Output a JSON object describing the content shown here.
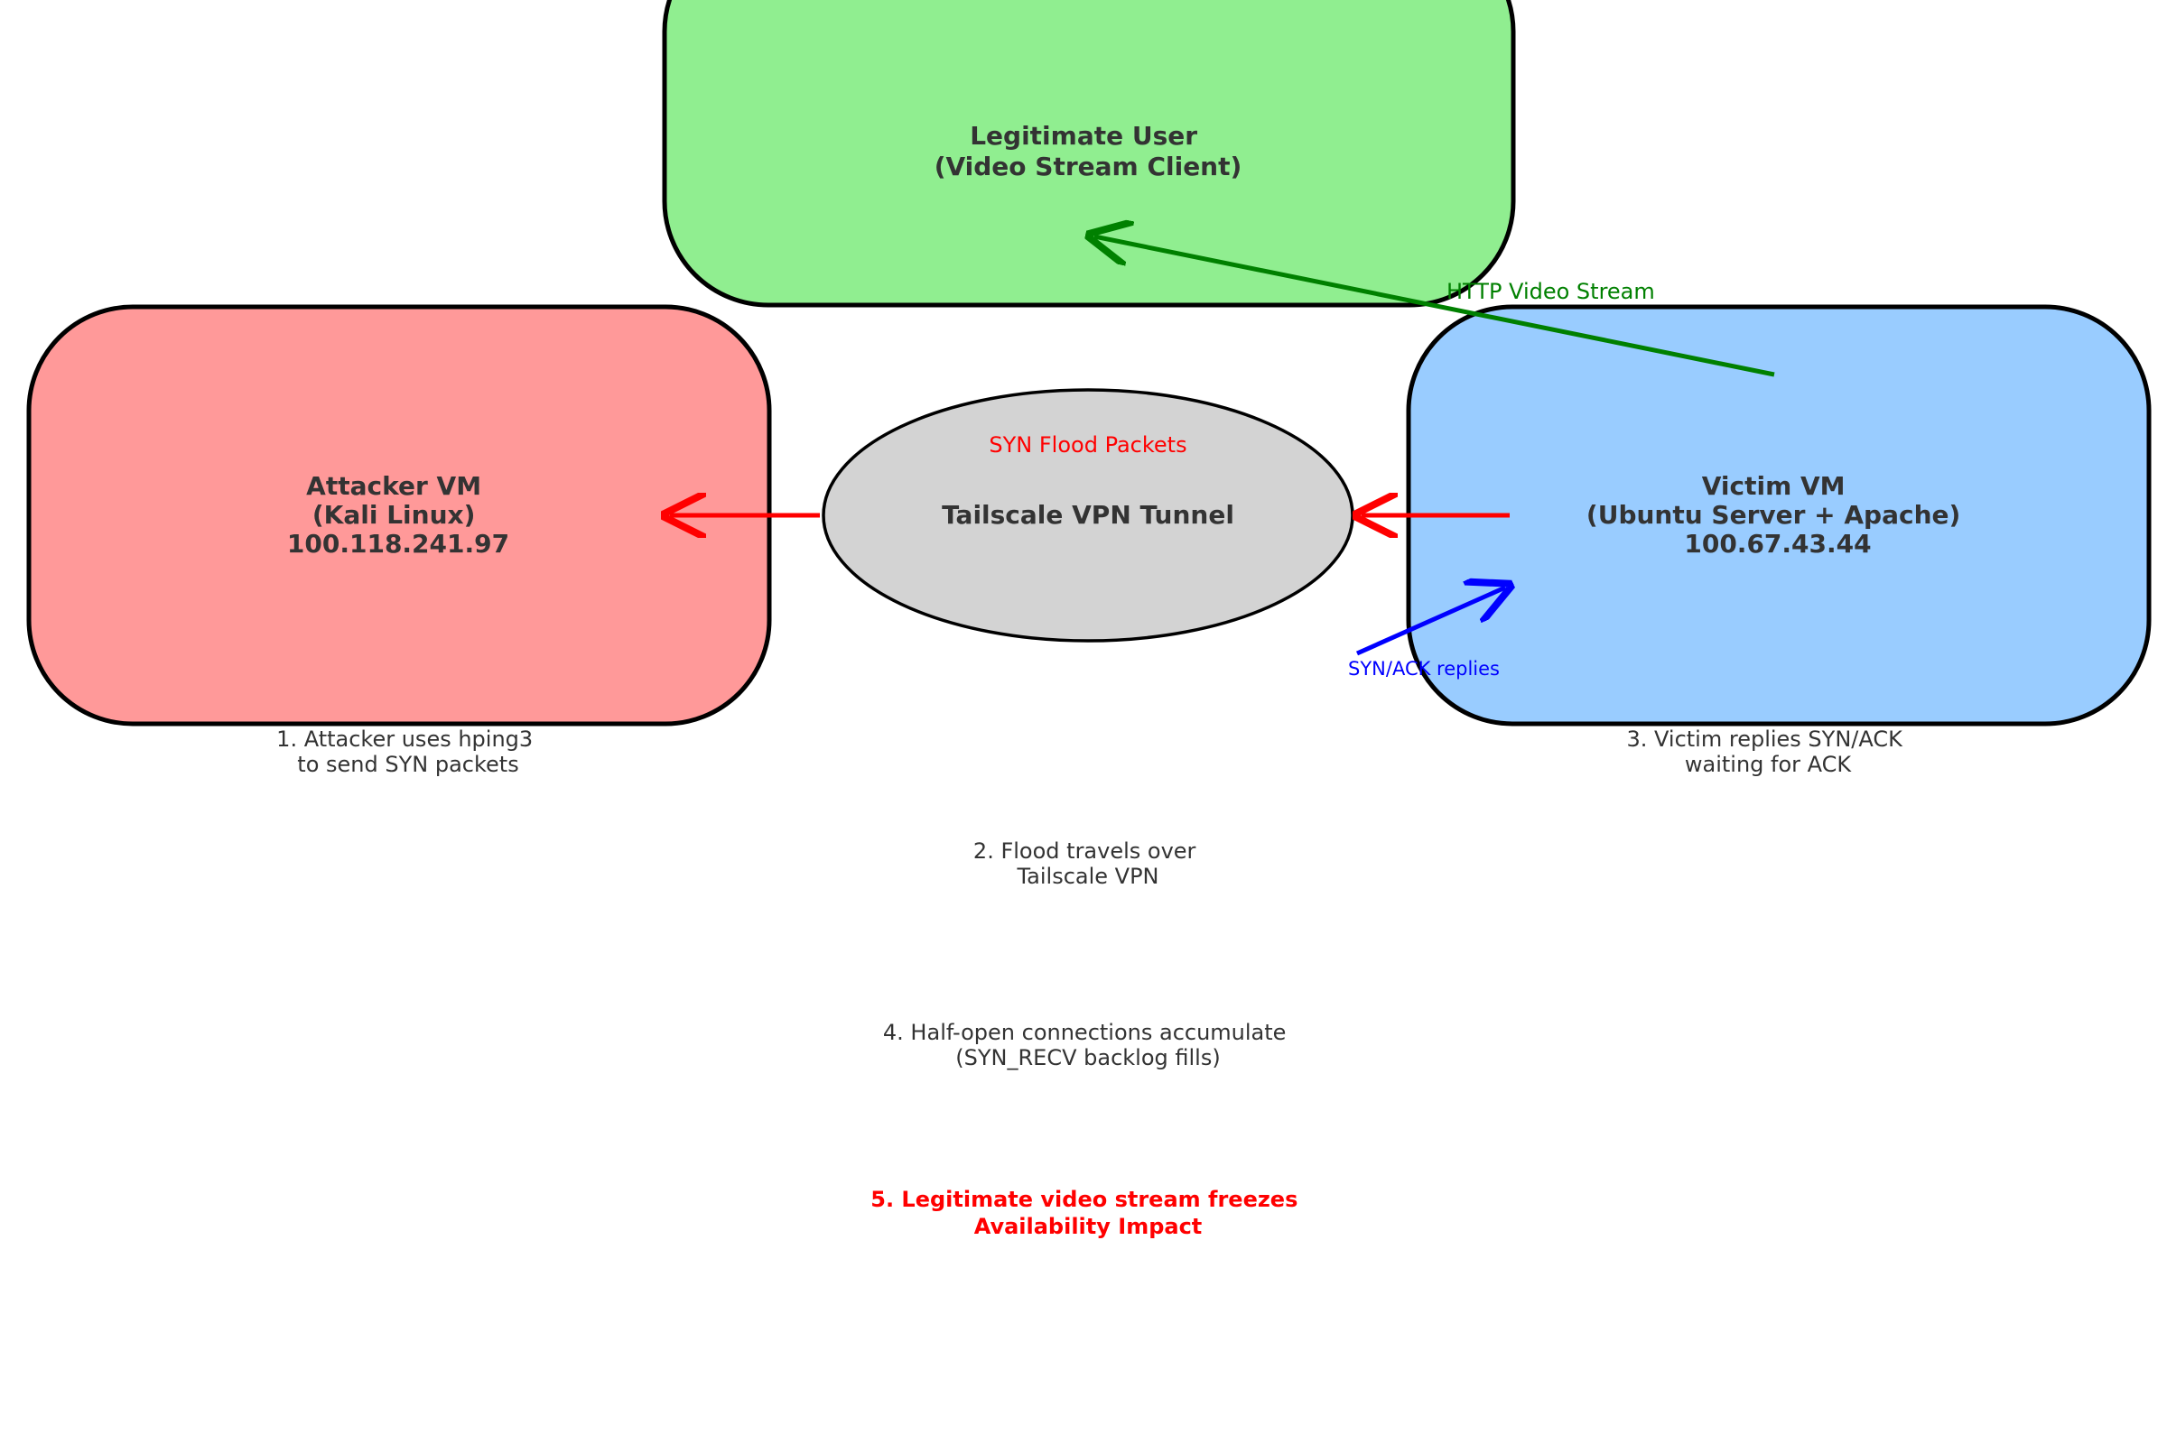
{
  "nodes": {
    "legit_user": {
      "lines": [
        "Legitimate User",
        "(Video Stream Client)"
      ],
      "fill": "#90ee90"
    },
    "attacker": {
      "lines": [
        "Attacker VM",
        "(Kali Linux)",
        "100.118.241.97"
      ],
      "fill": "#ff9999"
    },
    "vpn": {
      "lines": [
        "Tailscale VPN Tunnel"
      ],
      "fill": "#d3d3d3"
    },
    "victim": {
      "lines": [
        "Victim VM",
        "(Ubuntu Server + Apache)",
        "100.67.43.44"
      ],
      "fill": "#99ccff"
    }
  },
  "edges": {
    "http_stream": {
      "label": "HTTP Video Stream",
      "color": "#008000"
    },
    "syn_flood": {
      "label": "SYN Flood Packets",
      "color": "#ff0000"
    },
    "syn_ack": {
      "label": "SYN/ACK replies",
      "color": "#0000ff"
    }
  },
  "steps": {
    "step1": [
      "1. Attacker uses hping3",
      "to send SYN packets"
    ],
    "step2": [
      "2. Flood travels over",
      "Tailscale VPN"
    ],
    "step3": [
      "3. Victim replies SYN/ACK",
      "waiting for ACK"
    ],
    "step4": [
      "4. Half-open connections accumulate",
      "(SYN_RECV backlog fills)"
    ],
    "step5": [
      "5. Legitimate video stream freezes",
      "Availability Impact"
    ]
  },
  "impact_color": "#ff0000"
}
